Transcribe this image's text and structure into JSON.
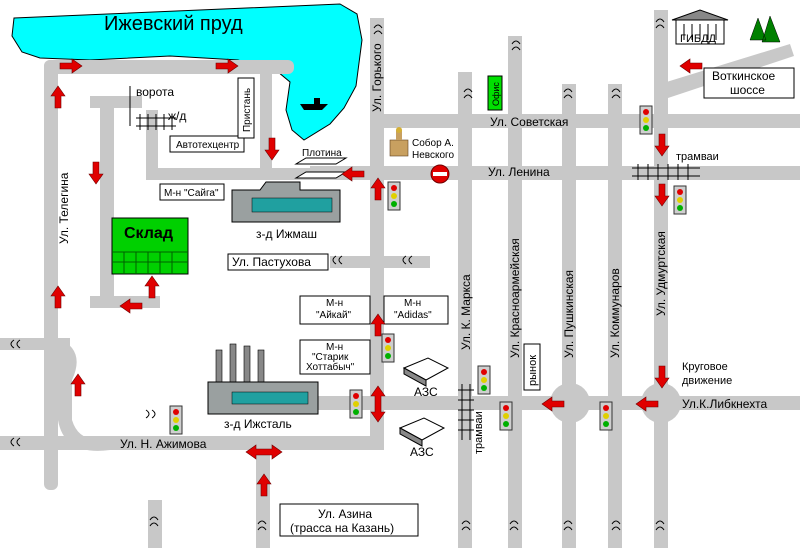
{
  "water": {
    "name": "Ижевский пруд"
  },
  "streets": {
    "sovetskaya": "Ул. Советская",
    "lenina": "Ул. Ленина",
    "pastukhova": "Ул. Пастухова",
    "liebknecht": "Ул.К.Либкнехта",
    "azhimova": "Ул. Н. Ажимова",
    "telegina": "Ул. Телегина",
    "gorkogo": "Ул. Горького",
    "k_marksa": "Ул. К. Маркса",
    "krasnoarm": "Ул. Красноармейская",
    "pushkinskaya": "Ул. Пушкинская",
    "kommunarov": "Ул. Коммунаров",
    "udmurtskaya": "Ул. Удмуртская",
    "azina": "Ул. Азина",
    "azina_sub": "(трасса на Казань)",
    "votkinskoe": "Воткинское",
    "votkinskoe2": "шоссе"
  },
  "places": {
    "vorota": "ворота",
    "zhd": "ж/д",
    "pristan": "Пристань",
    "avtotekh": "Автотехцентр",
    "plotina": "Плотина",
    "sobor": "Собор А.",
    "sobor2": "Невского",
    "saiga": "М-н \"Сайга\"",
    "izhmash": "з-д Ижмаш",
    "sklad": "Склад",
    "aikai1": "М-н",
    "aikai2": "\"Айкай\"",
    "adidas1": "М-н",
    "adidas2": "\"Adidas\"",
    "starik1": "М-н",
    "starik2": "\"Старик",
    "starik3": "Хоттабыч\"",
    "izhstal": "з-д Ижсталь",
    "azs": "АЗС",
    "azs2": "АЗС",
    "gibdd": "ГИБДД",
    "ofis": "Офис",
    "tramvai": "трамваи",
    "tramvai2": "трамваи",
    "rynok": "рынок",
    "krugovoe": "Круговое",
    "krugovoe2": "движение"
  },
  "colors": {
    "water": "#00ffff",
    "road": "#c8c8c8",
    "arrow": "#e00000",
    "sklad": "#00d000",
    "ofis": "#00e000"
  }
}
